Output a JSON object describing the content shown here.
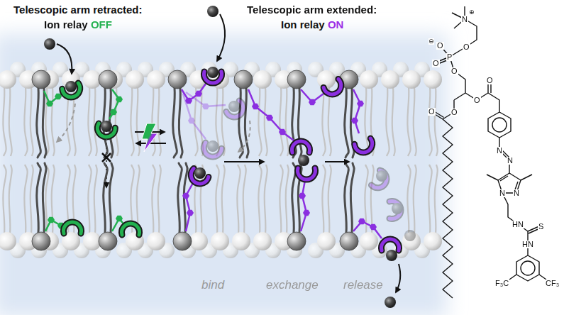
{
  "diagram": {
    "labels": [
      "Telescopic arm retracted:",
      "Ion relay",
      "OFF",
      "Telescopic arm extended:",
      "Ion relay",
      "ON",
      "bind",
      "exchange",
      "release",
      "N",
      "⊕",
      "O",
      "⊖",
      "O",
      "P",
      "O",
      "O",
      "O",
      "O",
      "O",
      "O",
      "N",
      "N",
      "N",
      "N",
      "HN",
      "S",
      "HN",
      "CF₃",
      "F₃C"
    ]
  }
}
